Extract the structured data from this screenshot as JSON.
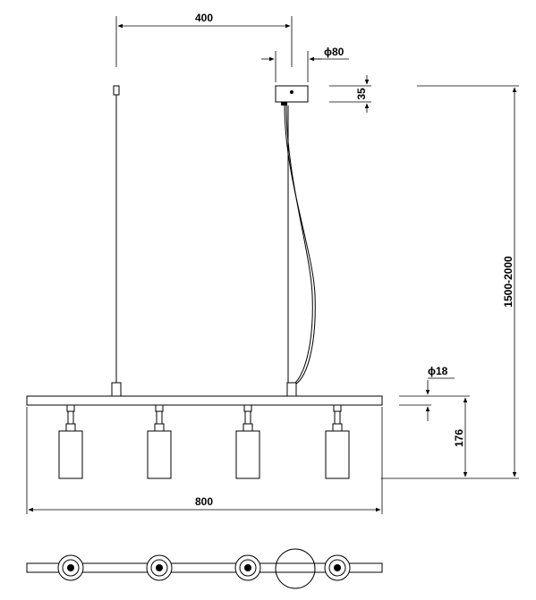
{
  "dimensions": {
    "suspension_spacing": "400",
    "canopy_diameter": "ϕ80",
    "canopy_height": "35",
    "overall_height": "1500-2000",
    "bar_diameter": "ϕ18",
    "lamp_drop": "176",
    "overall_length": "800"
  },
  "colors": {
    "line": "#000000",
    "background": "#ffffff"
  }
}
